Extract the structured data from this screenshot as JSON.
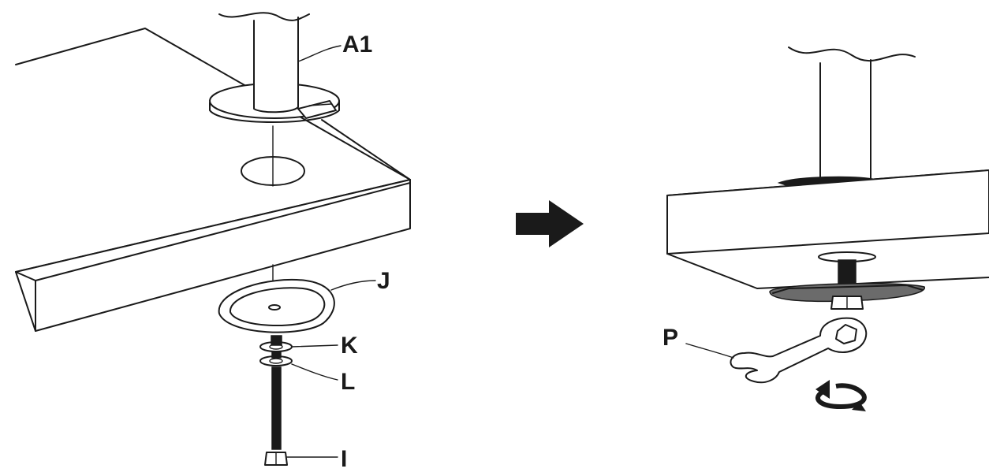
{
  "labels": {
    "a1": "A1",
    "j": "J",
    "k": "K",
    "l": "L",
    "i": "I",
    "p": "P"
  },
  "colors": {
    "ink": "#1a1a1a",
    "background": "#ffffff"
  },
  "icons": {
    "direction_arrow": "right-arrow-icon",
    "rotation": "clockwise-rotation-icon"
  }
}
